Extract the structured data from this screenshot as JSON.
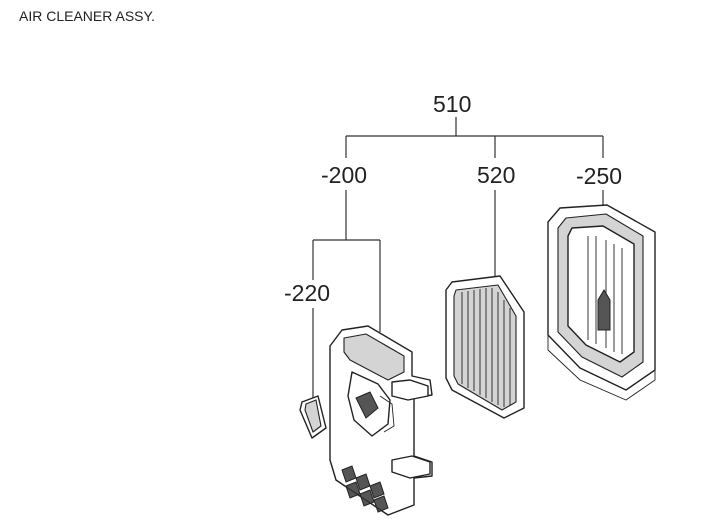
{
  "title": "AIR CLEANER ASSY.",
  "parts": {
    "assembly": "510",
    "cover_label": "-200",
    "element_label": "520",
    "case_label": "-250",
    "gasket_label": "-220"
  }
}
